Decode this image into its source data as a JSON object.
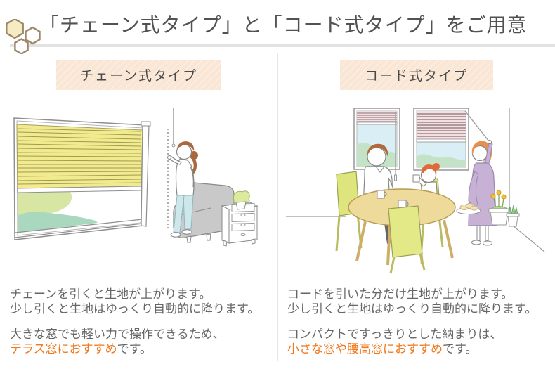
{
  "header": {
    "title": "「チェーン式タイプ」と「コード式タイプ」をご用意",
    "icon": "honeycomb-icon"
  },
  "colors": {
    "accent_orange": "#f0781e",
    "heading_box_bg": "#fae6d4",
    "title_text": "#525252",
    "body_text": "#666666",
    "underline_gray": "#e2e2e2",
    "divider_gray": "#e7e7e7",
    "hexagon_border": "#9c8767",
    "hexagon_fill": "#f6ecc3",
    "shade_yellow": "#f1ea8e",
    "shade_pink": "#f2e0e4"
  },
  "columns": [
    {
      "heading": "チェーン式タイプ",
      "illustration": "chain-type-illustration",
      "desc1_line1": "チェーンを引くと生地が上がります。",
      "desc1_line2": "少し引くと生地はゆっくり自動的に降ります。",
      "desc2_line1": "大きな窓でも軽い力で操作できるため、",
      "desc2_highlight": "テラス窓におすすめ",
      "desc2_suffix": "です。"
    },
    {
      "heading": "コード式タイプ",
      "illustration": "cord-type-illustration",
      "desc1_line1": "コードを引いた分だけ生地が上がります。",
      "desc1_line2": "少し引くと生地はゆっくり自動的に降ります。",
      "desc2_line1": "コンパクトですっきりとした納まりは、",
      "desc2_highlight": "小さな窓や腰高窓におすすめ",
      "desc2_suffix": "です。"
    }
  ]
}
